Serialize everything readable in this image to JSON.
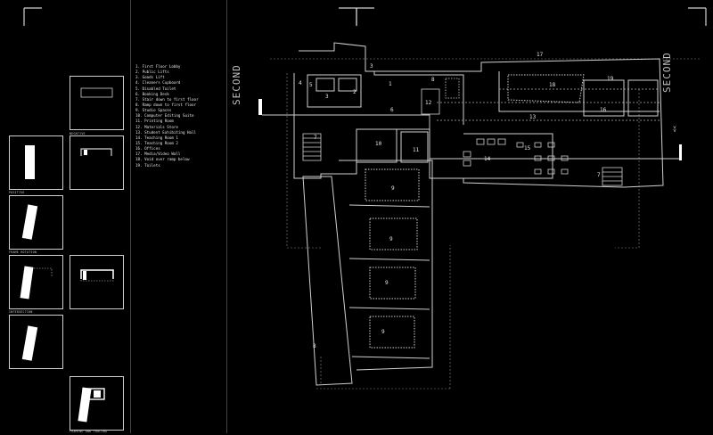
{
  "sheet": {
    "floor_title": "SECOND",
    "section_marker": ">>"
  },
  "panels": [
    {
      "label": "NEGATIVE"
    },
    {
      "label": "POSITIVE"
    },
    {
      "label": "FRAME ROTATION"
    },
    {
      "label": "INTERSECTION"
    },
    {
      "label": "FRAMING AND TRACING"
    }
  ],
  "legend": [
    "1. First Floor Lobby",
    "2. Public Lifts",
    "3. Goods Lift",
    "4. Cleaners Cupboard",
    "5. Disabled Toilet",
    "6. Booking Desk",
    "7. Stair down to first floor",
    "8. Ramp down to first floor",
    "9. Studio Spaces",
    "10. Computer Editing Suite",
    "11. Printing Room",
    "12. Materials Store",
    "13. Student Exhibiting Hall",
    "14. Teaching Room 1",
    "15. Teaching Room 2",
    "16. Offices",
    "17. Media/Video Wall",
    "18. Void over ramp below",
    "19. Toilets"
  ],
  "plan_labels": {
    "room_1": "1",
    "room_2": "2",
    "room_3a": "3",
    "room_3b": "3",
    "room_4": "4",
    "room_5": "5",
    "room_6": "6",
    "room_7a": "7",
    "room_7b": "7",
    "room_8a": "8",
    "room_8b": "8",
    "room_9a": "9",
    "room_9b": "9",
    "room_9c": "9",
    "room_9d": "9",
    "room_10": "10",
    "room_11": "11",
    "room_12": "12",
    "room_13": "13",
    "room_14": "14",
    "room_15": "15",
    "room_16": "16",
    "room_17": "17",
    "room_18": "18",
    "room_19": "19"
  }
}
